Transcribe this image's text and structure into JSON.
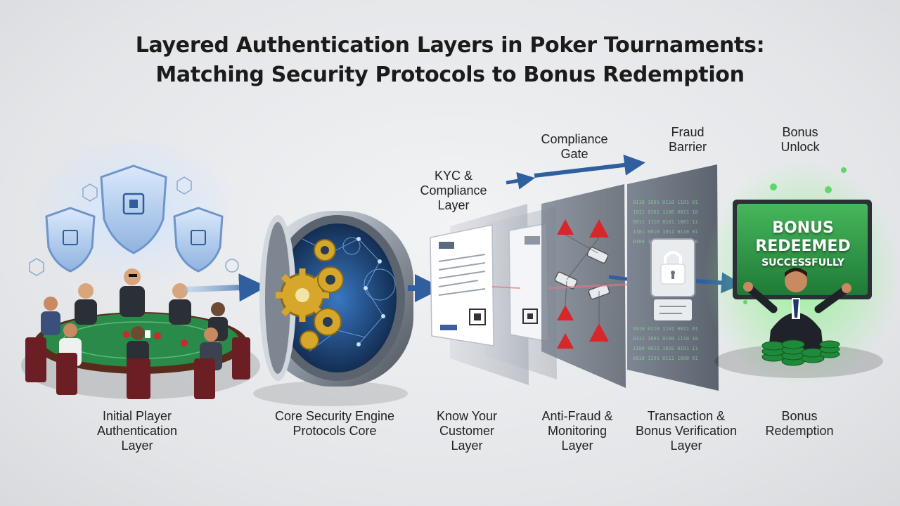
{
  "title": {
    "line1": "Layered Authentication Layers in Poker Tournaments:",
    "line2": "Matching Security Protocols to Bonus Redemption"
  },
  "stages": [
    {
      "line1": "Initial Player",
      "line2": "Authentication",
      "line3": "Layer"
    },
    {
      "line1": "Core Security Engine",
      "line2": "Protocols Core",
      "line3": ""
    },
    {
      "line1": "Know Your",
      "line2": "Customer",
      "line3": "Layer"
    },
    {
      "line1": "Anti-Fraud &",
      "line2": "Monitoring",
      "line3": "Layer"
    },
    {
      "line1": "Transaction &",
      "line2": "Bonus Verification",
      "line3": "Layer"
    },
    {
      "line1": "Bonus",
      "line2": "Redemption",
      "line3": ""
    }
  ],
  "top_labels": {
    "kyc": {
      "line1": "KYC &",
      "line2": "Compliance",
      "line3": "Layer"
    },
    "compliance_gate": {
      "line1": "Compliance",
      "line2": "Gate"
    },
    "fraud_barrier": {
      "line1": "Fraud",
      "line2": "Barrier"
    },
    "bonus_unlock": {
      "line1": "Bonus",
      "line2": "Unlock"
    }
  },
  "screen": {
    "line1": "BONUS",
    "line2": "REDEEMED",
    "line3": "SUCCESSFULLY"
  },
  "colors": {
    "arrow_blue": "#2f5f9e",
    "shield_blue": "#9fc2ea",
    "vault_steel": "#9aa3ad",
    "gear_gold": "#d6a72b",
    "warning_red": "#d8262b",
    "screen_green": "#2e9b47",
    "felt_green": "#2a8a4a",
    "glow_green": "#7be07a"
  }
}
